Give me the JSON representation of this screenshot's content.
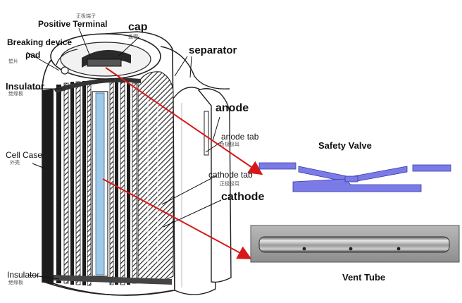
{
  "labels": {
    "positive_terminal": "Positive Terminal",
    "cap": "cap",
    "breaking_device": "Breaking device",
    "pad": "pad",
    "separator": "separator",
    "insulator_top": "Insulator",
    "anode": "anode",
    "anode_tab": "anode tab",
    "cell_case": "Cell Case",
    "cathode_tab": "cathode tab",
    "cathode": "cathode",
    "safety_valve": "Safety Valve",
    "vent_tube": "Vent Tube",
    "insulator_bottom": "Insulator"
  },
  "chinese_labels": {
    "positive_terminal": "正极端子",
    "cap": "盖帽",
    "pad": "垫片",
    "insulator_top": "绝缘板",
    "anode_tab": "负极极耳",
    "cell_case": "外壳",
    "cathode_tab": "正极极耳",
    "insulator_bottom": "绝缘板"
  },
  "colors": {
    "arrow": "#d81818",
    "valve_blue": "#7b7be8",
    "tube_blue": "#9fc9e8",
    "hatch": "#2a2a2a"
  }
}
